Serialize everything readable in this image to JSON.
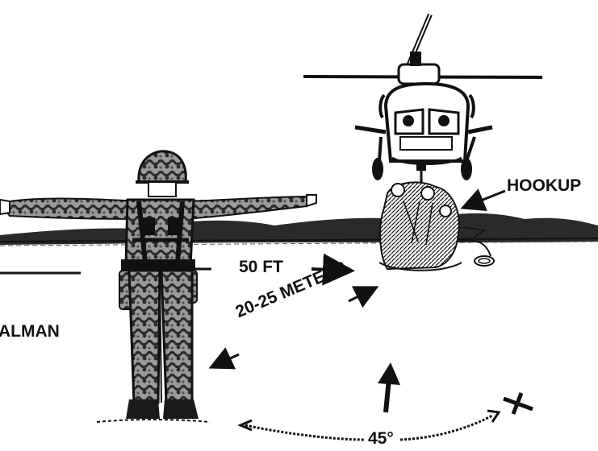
{
  "labels": {
    "hookup": "HOOKUP",
    "distance_ft": "50 FT",
    "distance_m": "20-25 METERS",
    "signalman_partial": "ALMAN",
    "angle": "45°"
  },
  "colors": {
    "ink": "#111111",
    "background": "#ffffff",
    "camo_dark": "#2a2a2a",
    "camo_light": "#9a9a9a"
  }
}
